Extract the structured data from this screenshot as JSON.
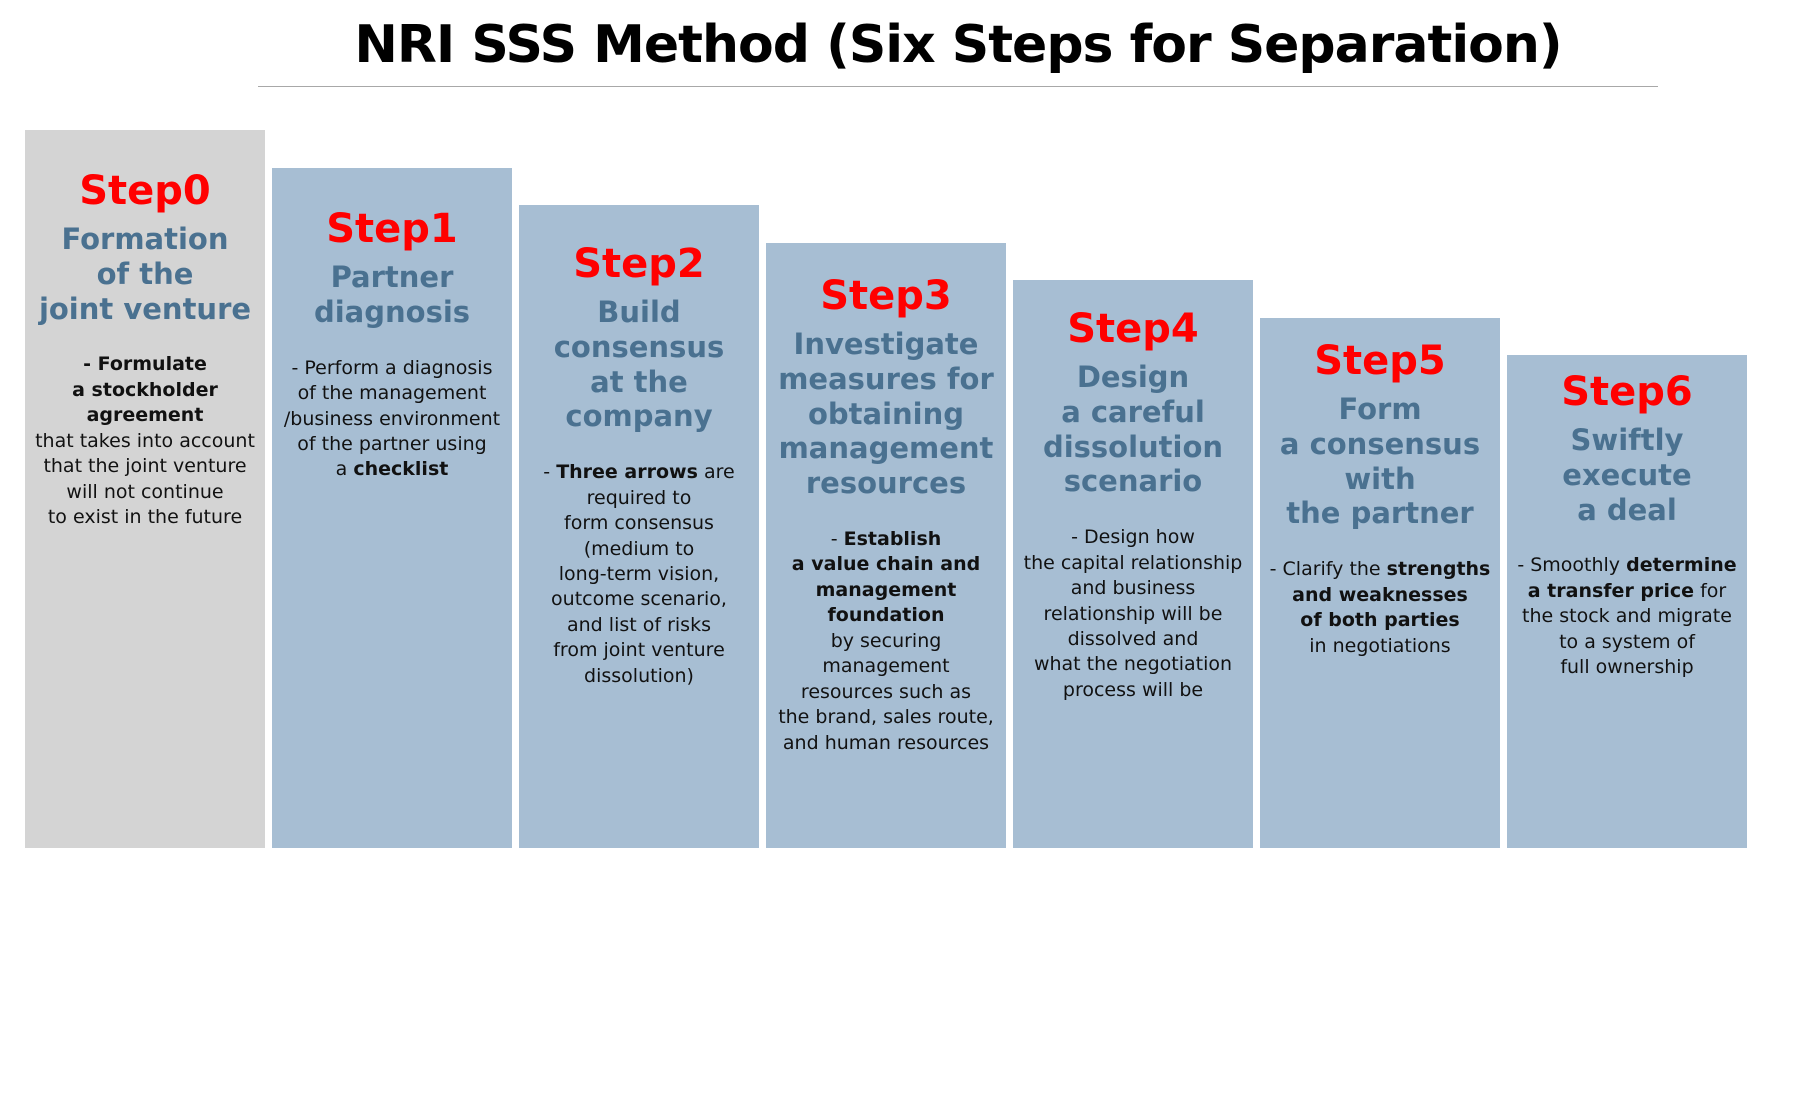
{
  "title": "NRI SSS Method (Six Steps for Separation)",
  "colors": {
    "accent_red": "#ff0000",
    "heading_blue": "#4a7190",
    "column_blue": "#a7bed3",
    "column_gray": "#d4d4d4"
  },
  "steps": [
    {
      "label": "Step0",
      "subtitle": "Formation\nof the\njoint venture",
      "body": [
        {
          "b": 1,
          "t": "- Formulate\na stockholder\nagreement\n"
        },
        {
          "b": 0,
          "t": "that takes into account\nthat the joint venture\nwill not continue\nto exist in the future"
        }
      ]
    },
    {
      "label": "Step1",
      "subtitle": "Partner\ndiagnosis",
      "body": [
        {
          "b": 0,
          "t": "- Perform a diagnosis\nof the management\n/business environment\nof the partner using\na "
        },
        {
          "b": 1,
          "t": "checklist"
        }
      ]
    },
    {
      "label": "Step2",
      "subtitle": "Build\nconsensus\nat the\ncompany",
      "body": [
        {
          "b": 0,
          "t": "- "
        },
        {
          "b": 1,
          "t": "Three arrows"
        },
        {
          "b": 0,
          "t": " are\nrequired to\nform consensus\n(medium to\nlong-term vision,\noutcome scenario,\nand list of risks\nfrom joint venture\ndissolution)"
        }
      ]
    },
    {
      "label": "Step3",
      "subtitle": "Investigate\nmeasures for\nobtaining\nmanagement\nresources",
      "body": [
        {
          "b": 0,
          "t": "- "
        },
        {
          "b": 1,
          "t": "Establish\na value chain and\nmanagement\nfoundation\n"
        },
        {
          "b": 0,
          "t": "by securing\nmanagement\nresources such as\nthe brand, sales route,\nand human resources"
        }
      ]
    },
    {
      "label": "Step4",
      "subtitle": "Design\na careful\ndissolution\nscenario",
      "body": [
        {
          "b": 0,
          "t": "- Design how\nthe capital relationship\nand business\nrelationship will be\ndissolved and\nwhat the negotiation\nprocess will be"
        }
      ]
    },
    {
      "label": "Step5",
      "subtitle": "Form\na consensus\nwith\nthe partner",
      "body": [
        {
          "b": 0,
          "t": "- Clarify the "
        },
        {
          "b": 1,
          "t": "strengths\nand weaknesses\nof both parties\n"
        },
        {
          "b": 0,
          "t": "in negotiations"
        }
      ]
    },
    {
      "label": "Step6",
      "subtitle": "Swiftly\nexecute\na deal",
      "body": [
        {
          "b": 0,
          "t": "- Smoothly "
        },
        {
          "b": 1,
          "t": "determine\na transfer price"
        },
        {
          "b": 0,
          "t": " for\nthe stock and migrate\nto a system of\nfull ownership"
        }
      ]
    }
  ]
}
